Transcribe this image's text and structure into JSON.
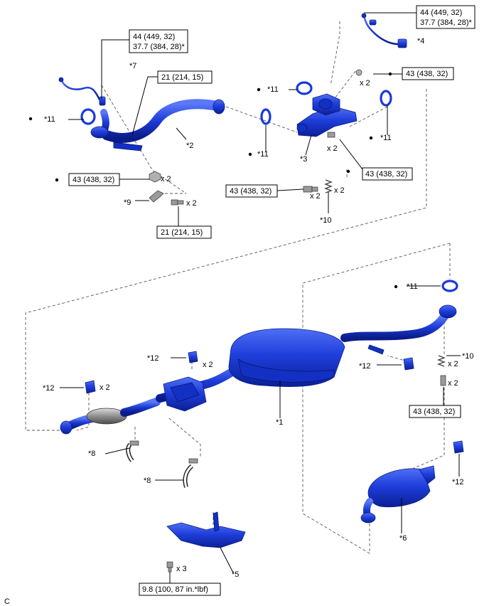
{
  "torque_specs": {
    "t44_line1": "44 (449, 32)",
    "t44_line2": "37.7 (384, 28)*",
    "t21": "21 (214, 15)",
    "t43": "43 (438, 32)",
    "t9_8": "9.8 (100, 87 in.*lbf)"
  },
  "qty": {
    "x2": "x 2",
    "x3": "x 3"
  },
  "callouts": {
    "c1": "*1",
    "c2": "*2",
    "c3": "*3",
    "c4": "*4",
    "c5": "*5",
    "c6": "*6",
    "c7": "*7",
    "c8": "*8",
    "c9": "*9",
    "c10": "*10",
    "c11": "*11",
    "c12": "*12"
  },
  "corner_mark": "C",
  "colors": {
    "part_blue": "#1a3ad8",
    "part_dark": "#0a1e8c"
  }
}
